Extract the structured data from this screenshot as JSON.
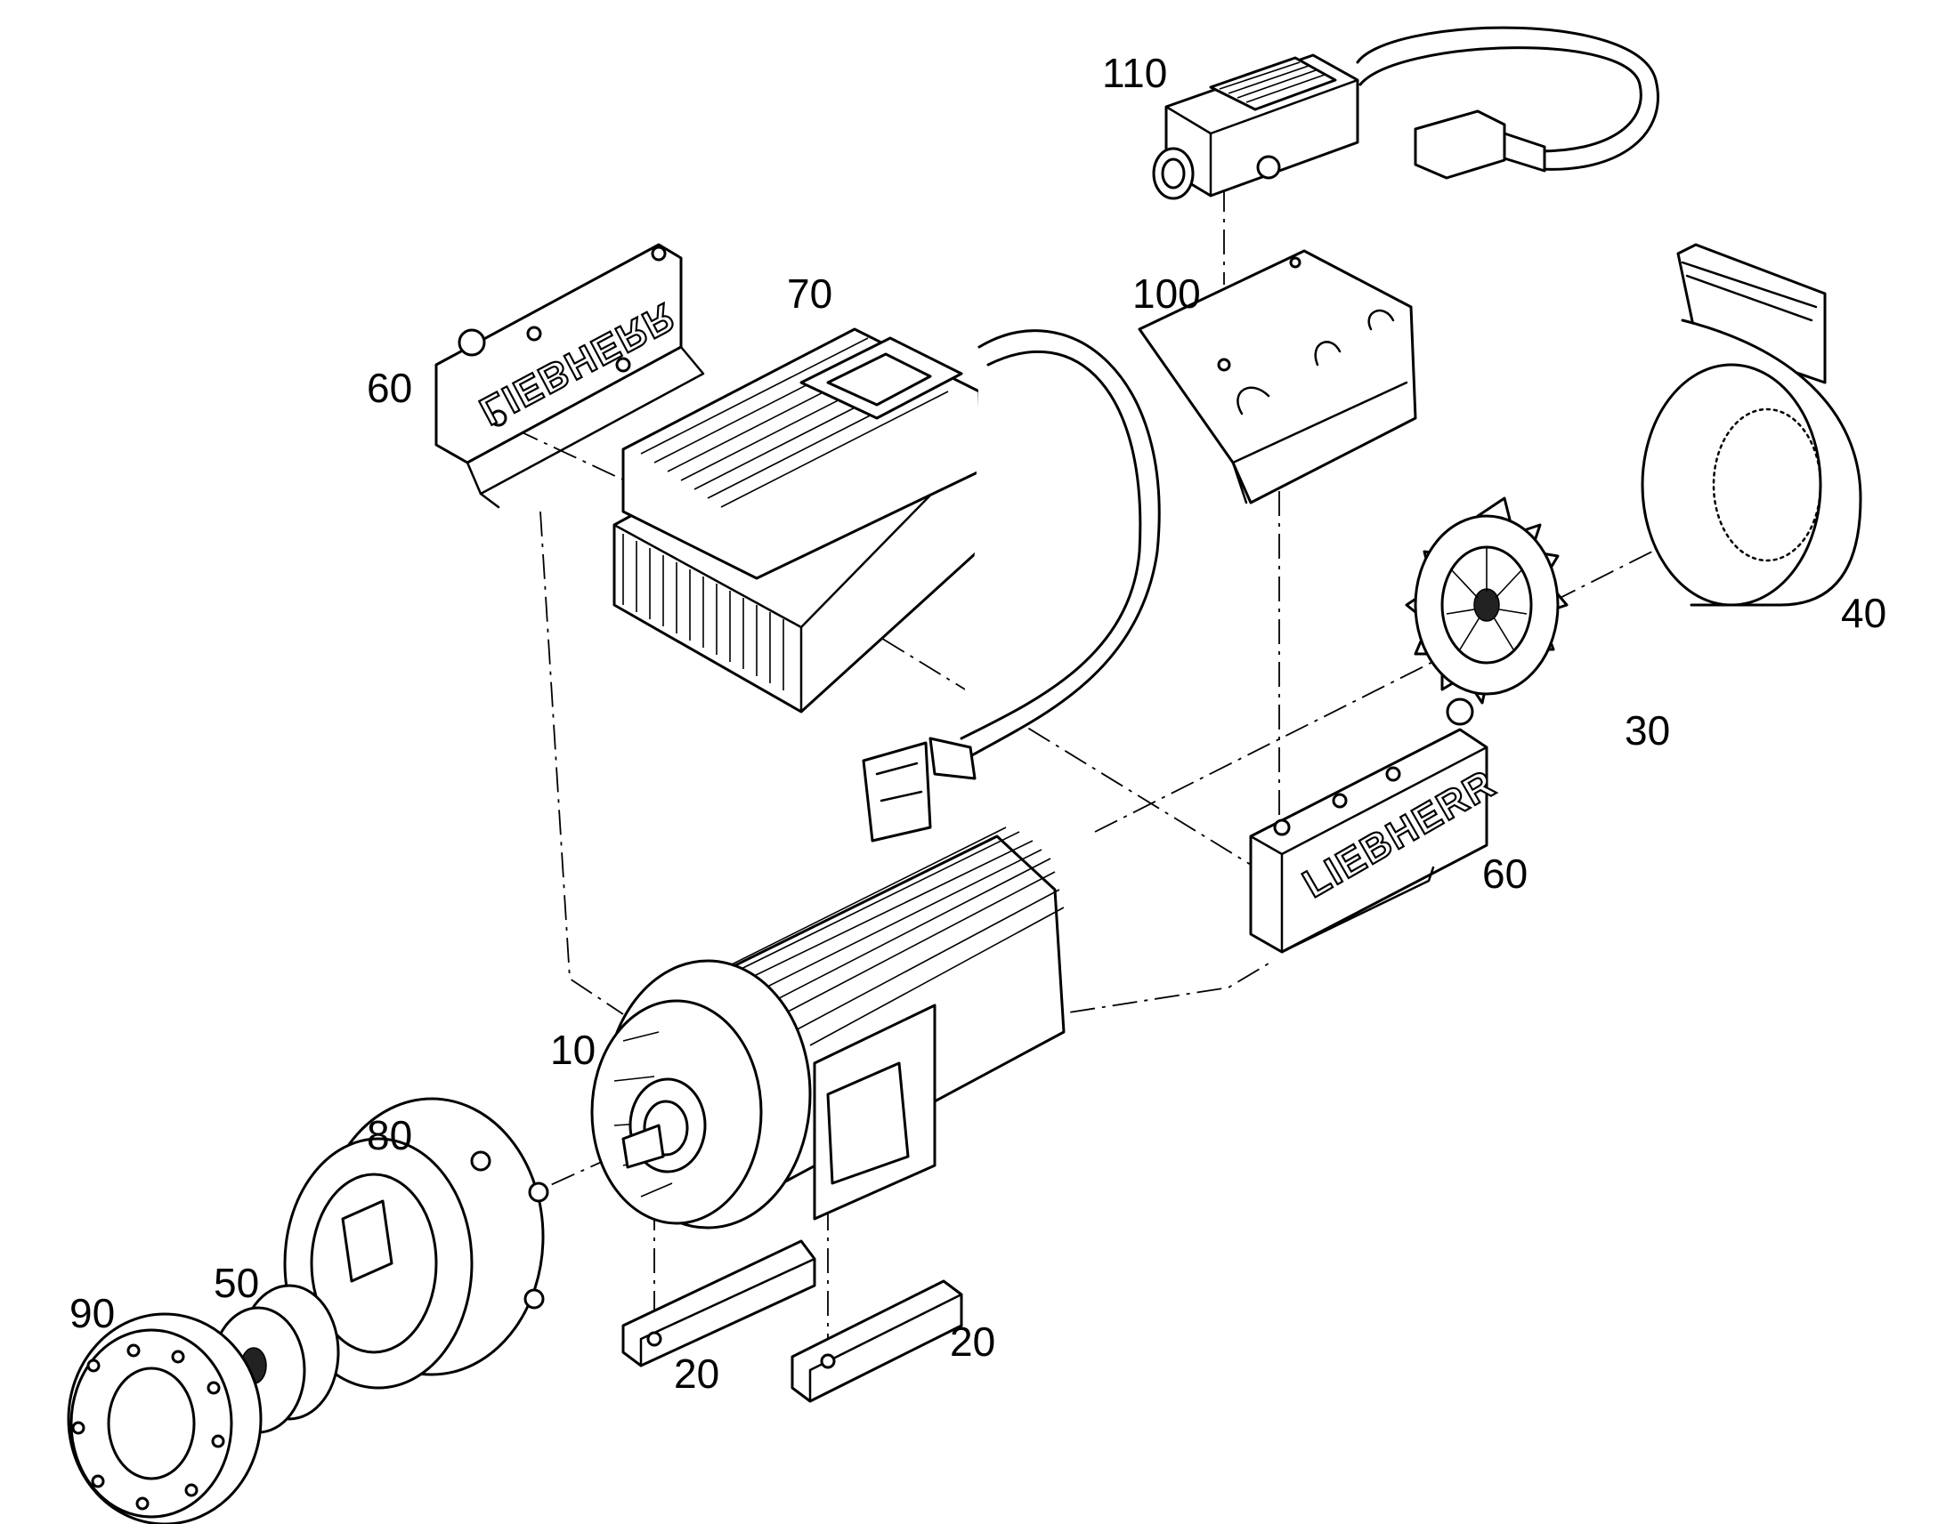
{
  "callouts": {
    "p10": "10",
    "p20a": "20",
    "p20b": "20",
    "p30": "30",
    "p40": "40",
    "p50": "50",
    "p60a": "60",
    "p60b": "60",
    "p70": "70",
    "p80": "80",
    "p90": "90",
    "p100": "100",
    "p110": "110"
  },
  "brand": {
    "logo_text": "LIEBHERR"
  }
}
